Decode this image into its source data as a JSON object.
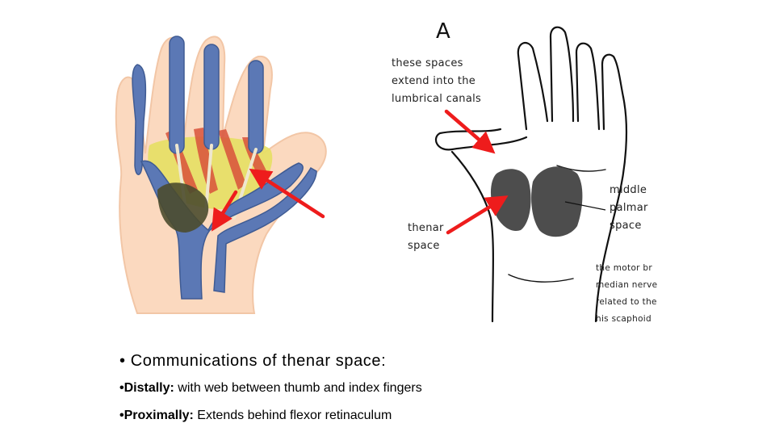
{
  "figure_b": {
    "letter": "A",
    "label_spaces": "these spaces\nextend into the\nlumbrical canals",
    "label_middle": "middle\npalmar\nspace",
    "label_thenar": "thenar\nspace",
    "label_motor": "the motor br\nmedian nerve\nrelated to the\nhis scaphoid"
  },
  "content": {
    "heading": "• Communications of thenar space:",
    "distal_term": "•Distally:",
    "distal_text": " with web between thumb and index fingers",
    "proximal_term": "•Proximally:",
    "proximal_text": " Extends behind flexor retinaculum"
  },
  "colors": {
    "arrow": "#ee1c1c",
    "tendon_blue": "#5b78b5",
    "skin": "#fbd9bf",
    "bursa_yellow": "#e6df63",
    "space_dark": "#4b4b2e"
  }
}
